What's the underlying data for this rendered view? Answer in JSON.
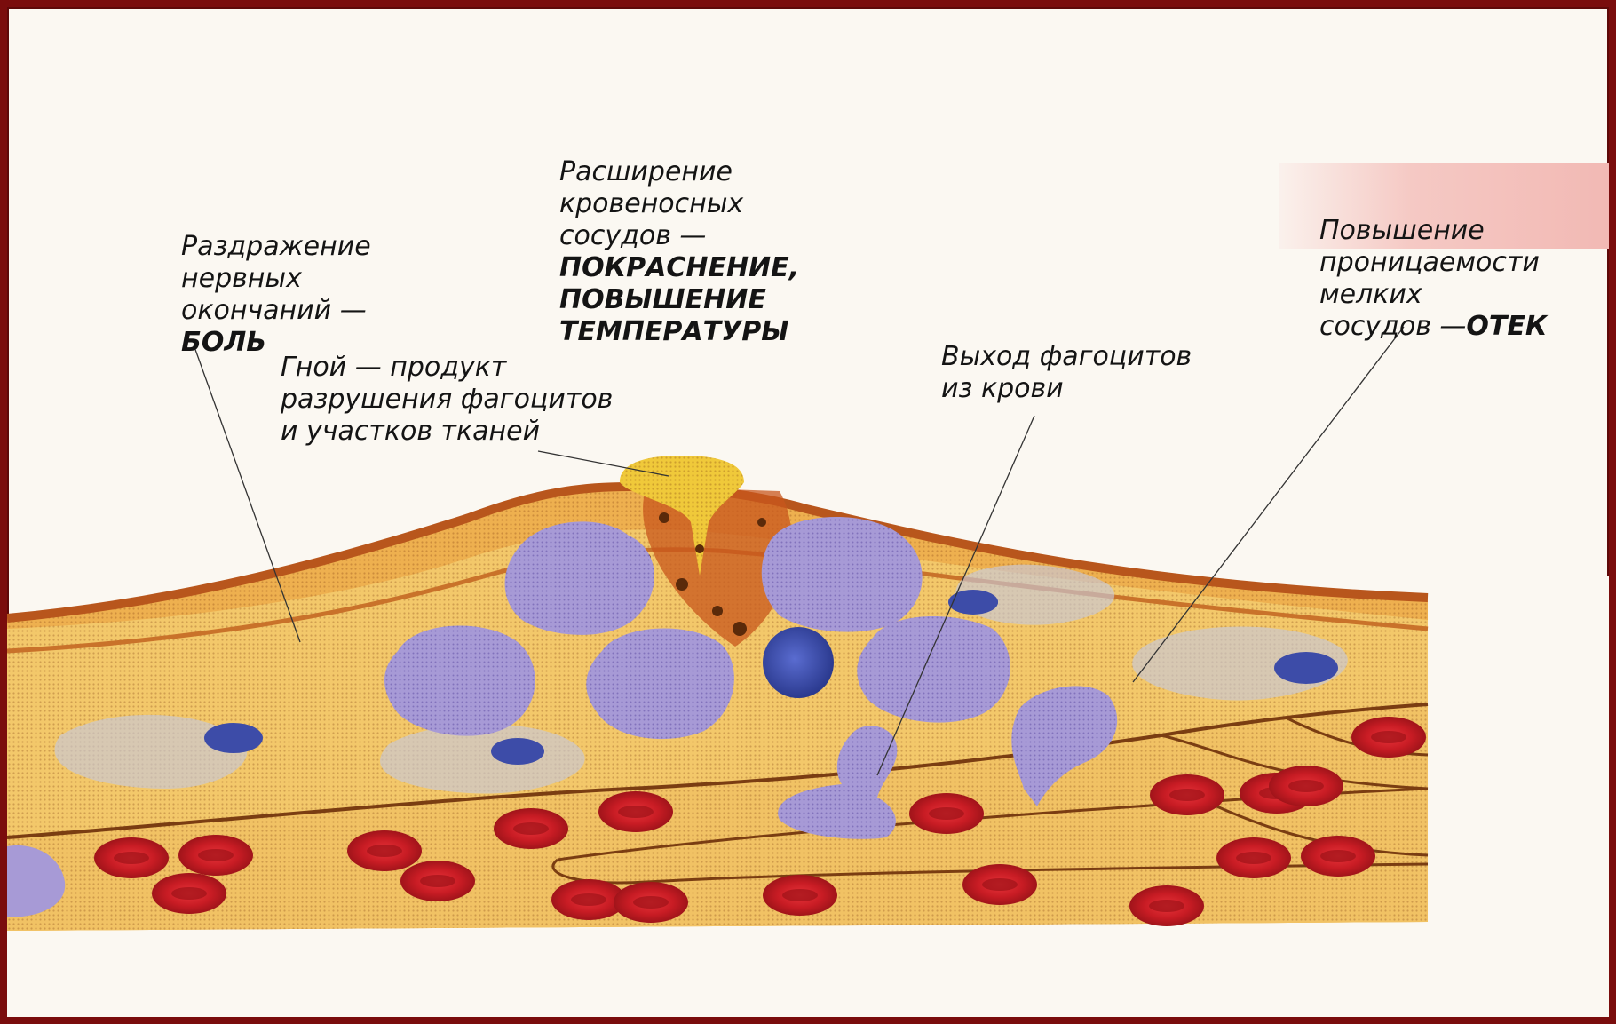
{
  "colors": {
    "frame": "#7a0d0d",
    "slide_background": "#fbf8f2",
    "skin": "#e9a34a",
    "tissue": "#f2c96a",
    "phagocyte": "#a79ad6",
    "nucleus": "#3d4ca8",
    "erythrocyte": "#d2232a",
    "vessel_wall": "#7a3d12",
    "pus": "#f0c93a"
  },
  "icons": [
    "phagocyte-icon",
    "erythrocyte-icon",
    "lymphocyte-icon",
    "pus-drop-icon"
  ],
  "labels": {
    "pain": {
      "text": "Раздражение\nнервных\nокончаний —",
      "caps": "БОЛЬ"
    },
    "redness": {
      "text": "Расширение\nкровеносных\nсосудов —",
      "caps": "ПОКРАСНЕНИЕ,\nПОВЫШЕНИЕ\nТЕМПЕРАТУРЫ"
    },
    "edema": {
      "text": "Повышение\nпроницаемости\nмелких\nсосудов —",
      "caps": "ОТЕК"
    },
    "pus": {
      "text": "Гной — продукт\nразрушения фагоцитов\nи участков тканей"
    },
    "phagocytes_exit": {
      "text": "Выход фагоцитов\nиз крови"
    }
  }
}
